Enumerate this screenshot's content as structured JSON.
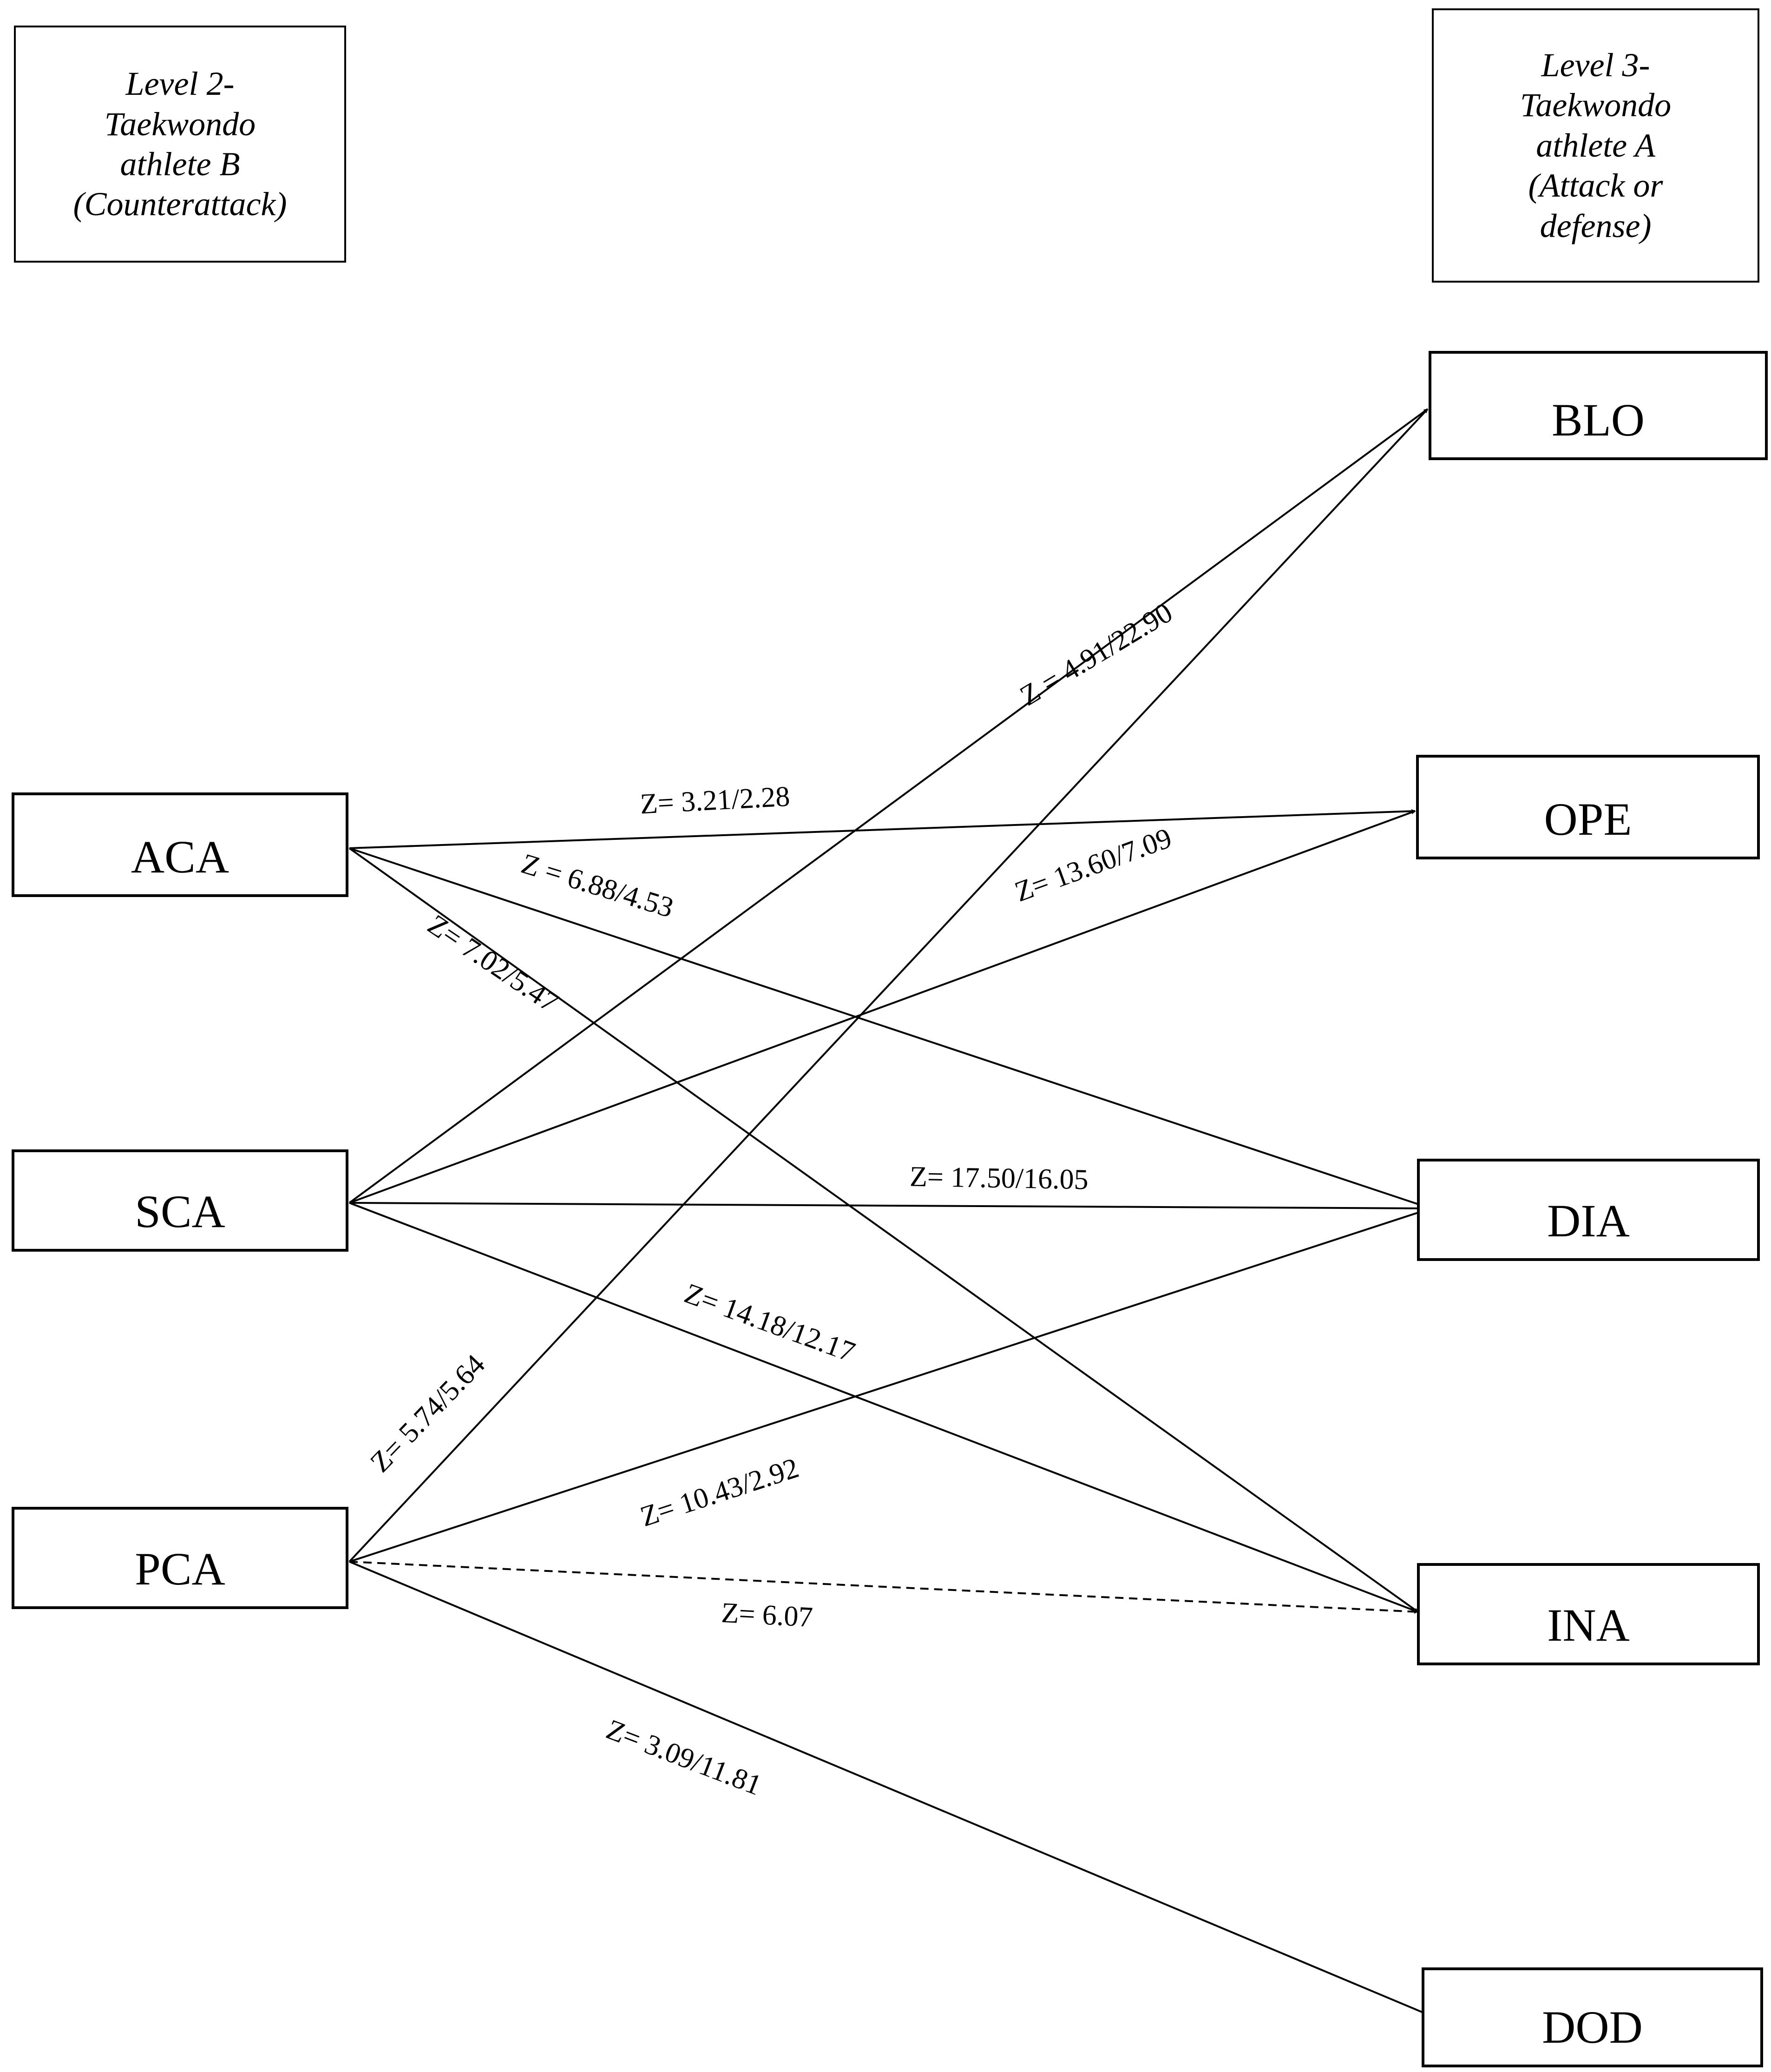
{
  "levels": {
    "left": "Level 2-\nTaekwondo\nathlete B\n(Counterattack)",
    "right": "Level 3-\nTaekwondo\nathlete A\n(Attack or\ndefense)"
  },
  "nodes": {
    "ACA": "ACA",
    "SCA": "SCA",
    "PCA": "PCA",
    "BLO": "BLO",
    "OPE": "OPE",
    "DIA": "DIA",
    "INA": "INA",
    "DOD": "DOD"
  },
  "edges": [
    {
      "from": "ACA",
      "to": "OPE",
      "label": "Z= 3.21/2.28",
      "dashed": false
    },
    {
      "from": "ACA",
      "to": "DIA",
      "label": "Z = 6.88/4.53",
      "dashed": false
    },
    {
      "from": "ACA",
      "to": "INA",
      "label": "Z= 7.02/5.47",
      "dashed": false
    },
    {
      "from": "SCA",
      "to": "BLO",
      "label": "Z = 4.91/22.90",
      "dashed": false
    },
    {
      "from": "SCA",
      "to": "OPE",
      "label": "Z= 13.60/7.09",
      "dashed": false
    },
    {
      "from": "SCA",
      "to": "DIA",
      "label": "Z= 17.50/16.05",
      "dashed": false
    },
    {
      "from": "SCA",
      "to": "INA",
      "label": "Z= 14.18/12.17",
      "dashed": false
    },
    {
      "from": "PCA",
      "to": "BLO",
      "label": "Z= 5.74/5.64",
      "dashed": false
    },
    {
      "from": "PCA",
      "to": "DIA",
      "label": "Z= 10.43/2.92",
      "dashed": false
    },
    {
      "from": "PCA",
      "to": "INA",
      "label": "Z= 6.07",
      "dashed": true
    },
    {
      "from": "PCA",
      "to": "DOD",
      "label": "Z= 3.09/11.81",
      "dashed": false
    }
  ]
}
